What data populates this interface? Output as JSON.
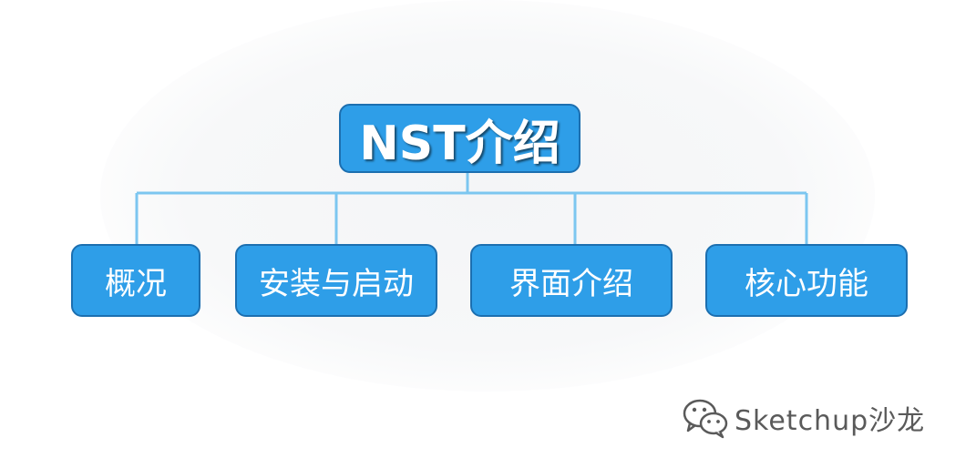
{
  "diagram": {
    "root": {
      "label": "NST介绍"
    },
    "children": [
      {
        "label": "概况"
      },
      {
        "label": "安装与启动"
      },
      {
        "label": "界面介绍"
      },
      {
        "label": "核心功能"
      }
    ]
  },
  "watermark": {
    "icon": "wechat-icon",
    "text": "Sketchup沙龙"
  },
  "colors": {
    "box_fill": "#2e9ee8",
    "box_border": "#1c6fb0",
    "connector": "#7cc6f0",
    "watermark": "#5a5a5a"
  }
}
